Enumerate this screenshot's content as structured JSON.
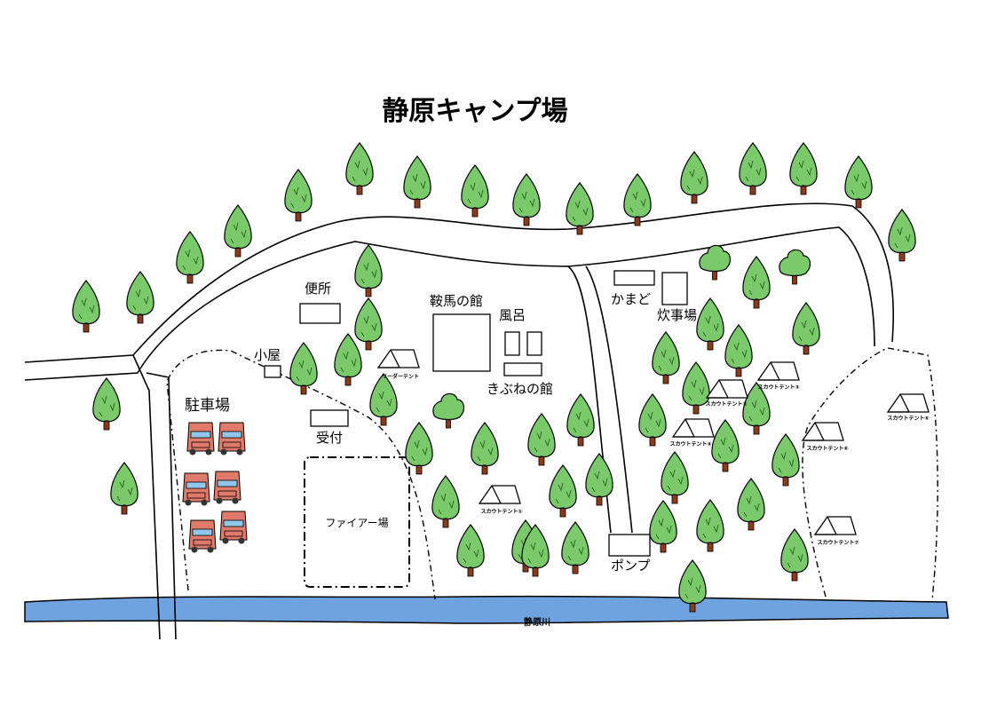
{
  "map": {
    "title": "静原キャンプ場",
    "river": "静原川",
    "labels": {
      "toilet": "便所",
      "hut": "小屋",
      "parking": "駐車場",
      "reception": "受付",
      "fire_area": "ファイアー場",
      "kurama_hall": "鞍馬の館",
      "bath": "風呂",
      "kifune_hall": "きぶねの館",
      "kamado": "かまど",
      "kitchen": "炊事場",
      "pump": "ポンプ"
    },
    "tents": [
      "リーダーテント",
      "スカウトテント①",
      "スカウトテント②",
      "スカウトテント③",
      "スカウトテント④",
      "スカウトテント⑤",
      "スカウトテント⑥",
      "スカウトテント⑦"
    ],
    "colors": {
      "tree": "#7ac96a",
      "trunk": "#8b3a1a",
      "river": "#6fa3e0",
      "car": "#e07a6a",
      "car_window": "#8fc8ea"
    }
  }
}
